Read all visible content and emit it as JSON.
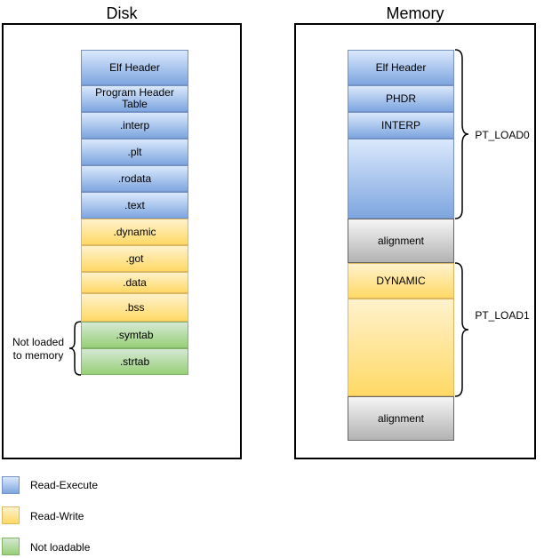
{
  "disk": {
    "title": "Disk",
    "sections": [
      {
        "label": "Elf Header",
        "color": "blue"
      },
      {
        "label": "Program Header Table",
        "color": "blue"
      },
      {
        "label": ".interp",
        "color": "blue"
      },
      {
        "label": ".plt",
        "color": "blue"
      },
      {
        "label": ".rodata",
        "color": "blue"
      },
      {
        "label": ".text",
        "color": "blue"
      },
      {
        "label": ".dynamic",
        "color": "yellow"
      },
      {
        "label": ".got",
        "color": "yellow"
      },
      {
        "label": ".data",
        "color": "yellow"
      },
      {
        "label": ".bss",
        "color": "yellow"
      },
      {
        "label": ".symtab",
        "color": "green"
      },
      {
        "label": ".strtab",
        "color": "green"
      }
    ],
    "not_loaded_label": "Not loaded to memory"
  },
  "memory": {
    "title": "Memory",
    "segments": [
      {
        "label": "Elf Header",
        "color": "blue"
      },
      {
        "label": "PHDR",
        "color": "blue"
      },
      {
        "label": "INTERP",
        "color": "blue"
      },
      {
        "label": "",
        "color": "blue"
      },
      {
        "label": "alignment",
        "color": "gray"
      },
      {
        "label": "DYNAMIC",
        "color": "yellow"
      },
      {
        "label": "",
        "color": "yellow"
      },
      {
        "label": "alignment",
        "color": "gray"
      }
    ],
    "load0_label": "PT_LOAD0",
    "load1_label": "PT_LOAD1"
  },
  "legend": [
    {
      "label": "Read-Execute",
      "color": "blue"
    },
    {
      "label": "Read-Write",
      "color": "yellow"
    },
    {
      "label": "Not loadable",
      "color": "green"
    }
  ],
  "colors": {
    "blue_fill": "#dae8fc",
    "blue_stroke": "#6c8ebf",
    "yellow_fill": "#fff2cc",
    "yellow_stroke": "#d6b656",
    "green_fill": "#d5e8d4",
    "green_stroke": "#82b366",
    "gray_fill": "#f5f5f5",
    "gray_stroke": "#666666"
  }
}
